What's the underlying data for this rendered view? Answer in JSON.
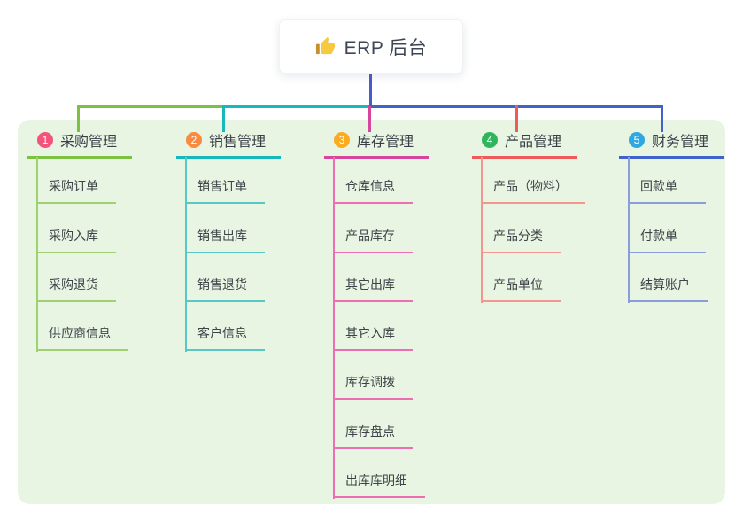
{
  "root": {
    "title": "ERP 后台",
    "icon": "thumbs-up-icon"
  },
  "palette": {
    "panel_bg": "#e7f5e2",
    "root_connector": "#4c5ac8",
    "root_text": "#3f4653",
    "header_text": "#3a3f47",
    "child_text": "#3d4248",
    "icon_hand": "#f7c93e",
    "icon_cuff": "#c98f2a"
  },
  "branches": [
    {
      "num": "1",
      "title": "采购管理",
      "badge_color": "#f4537b",
      "accent": "#7cc142",
      "tint": "#a0d072",
      "children": [
        "采购订单",
        "采购入库",
        "采购退货",
        "供应商信息"
      ]
    },
    {
      "num": "2",
      "title": "销售管理",
      "badge_color": "#f98b40",
      "accent": "#16b8bb",
      "tint": "#58c8c4",
      "children": [
        "销售订单",
        "销售出库",
        "销售退货",
        "客户信息"
      ]
    },
    {
      "num": "3",
      "title": "库存管理",
      "badge_color": "#fbab20",
      "accent": "#d6459e",
      "tint": "#ee6eb4",
      "children": [
        "仓库信息",
        "产品库存",
        "其它出库",
        "其它入库",
        "库存调拨",
        "库存盘点",
        "出库库明细"
      ]
    },
    {
      "num": "4",
      "title": "产品管理",
      "badge_color": "#2fb55b",
      "accent": "#ef5b5b",
      "tint": "#f4958f",
      "children": [
        "产品（物料）",
        "产品分类",
        "产品单位"
      ]
    },
    {
      "num": "5",
      "title": "财务管理",
      "badge_color": "#2fa8e2",
      "accent": "#3f63cb",
      "tint": "#8a9cd9",
      "children": [
        "回款单",
        "付款单",
        "结算账户"
      ]
    }
  ]
}
